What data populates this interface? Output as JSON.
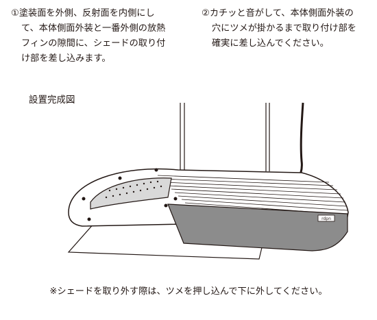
{
  "step1": {
    "lines": [
      "①塗装面を外側、反射面を内側にし",
      "て、本体側面外装と一番外側の放熱",
      "フィンの隙間に、シェードの取り付",
      "け部を差し込みます。"
    ]
  },
  "step2": {
    "lines": [
      "②カチッと音がして、本体側面外装の",
      "穴にツメが掛かるまで取り付け部を",
      "確実に差し込んでください。"
    ]
  },
  "caption": "設置完成図",
  "fixture_label": "rdpn",
  "note": "※シェードを取り外す際は、ツメを押し込んで下に外してください。",
  "colors": {
    "text": "#231815",
    "shade_painted": "#8c8c8c",
    "reflector": "#ffffff"
  }
}
